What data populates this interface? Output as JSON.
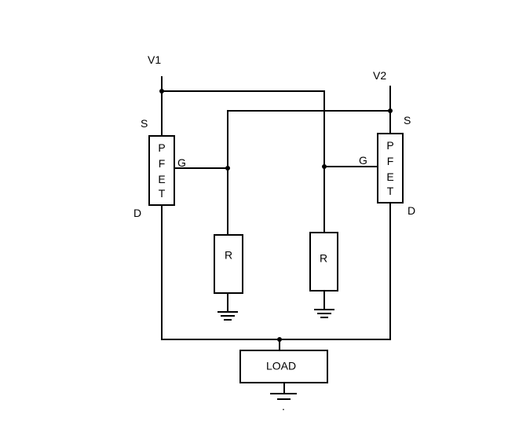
{
  "supplies": {
    "v1": "V1",
    "v2": "V2"
  },
  "fet_left": {
    "letters": [
      "P",
      "F",
      "E",
      "T"
    ],
    "source": "S",
    "gate": "G",
    "drain": "D"
  },
  "fet_right": {
    "letters": [
      "P",
      "F",
      "E",
      "T"
    ],
    "source": "S",
    "gate": "G",
    "drain": "D"
  },
  "resistor_left": "R",
  "resistor_right": "R",
  "load": "LOAD",
  "ground_dot": "."
}
